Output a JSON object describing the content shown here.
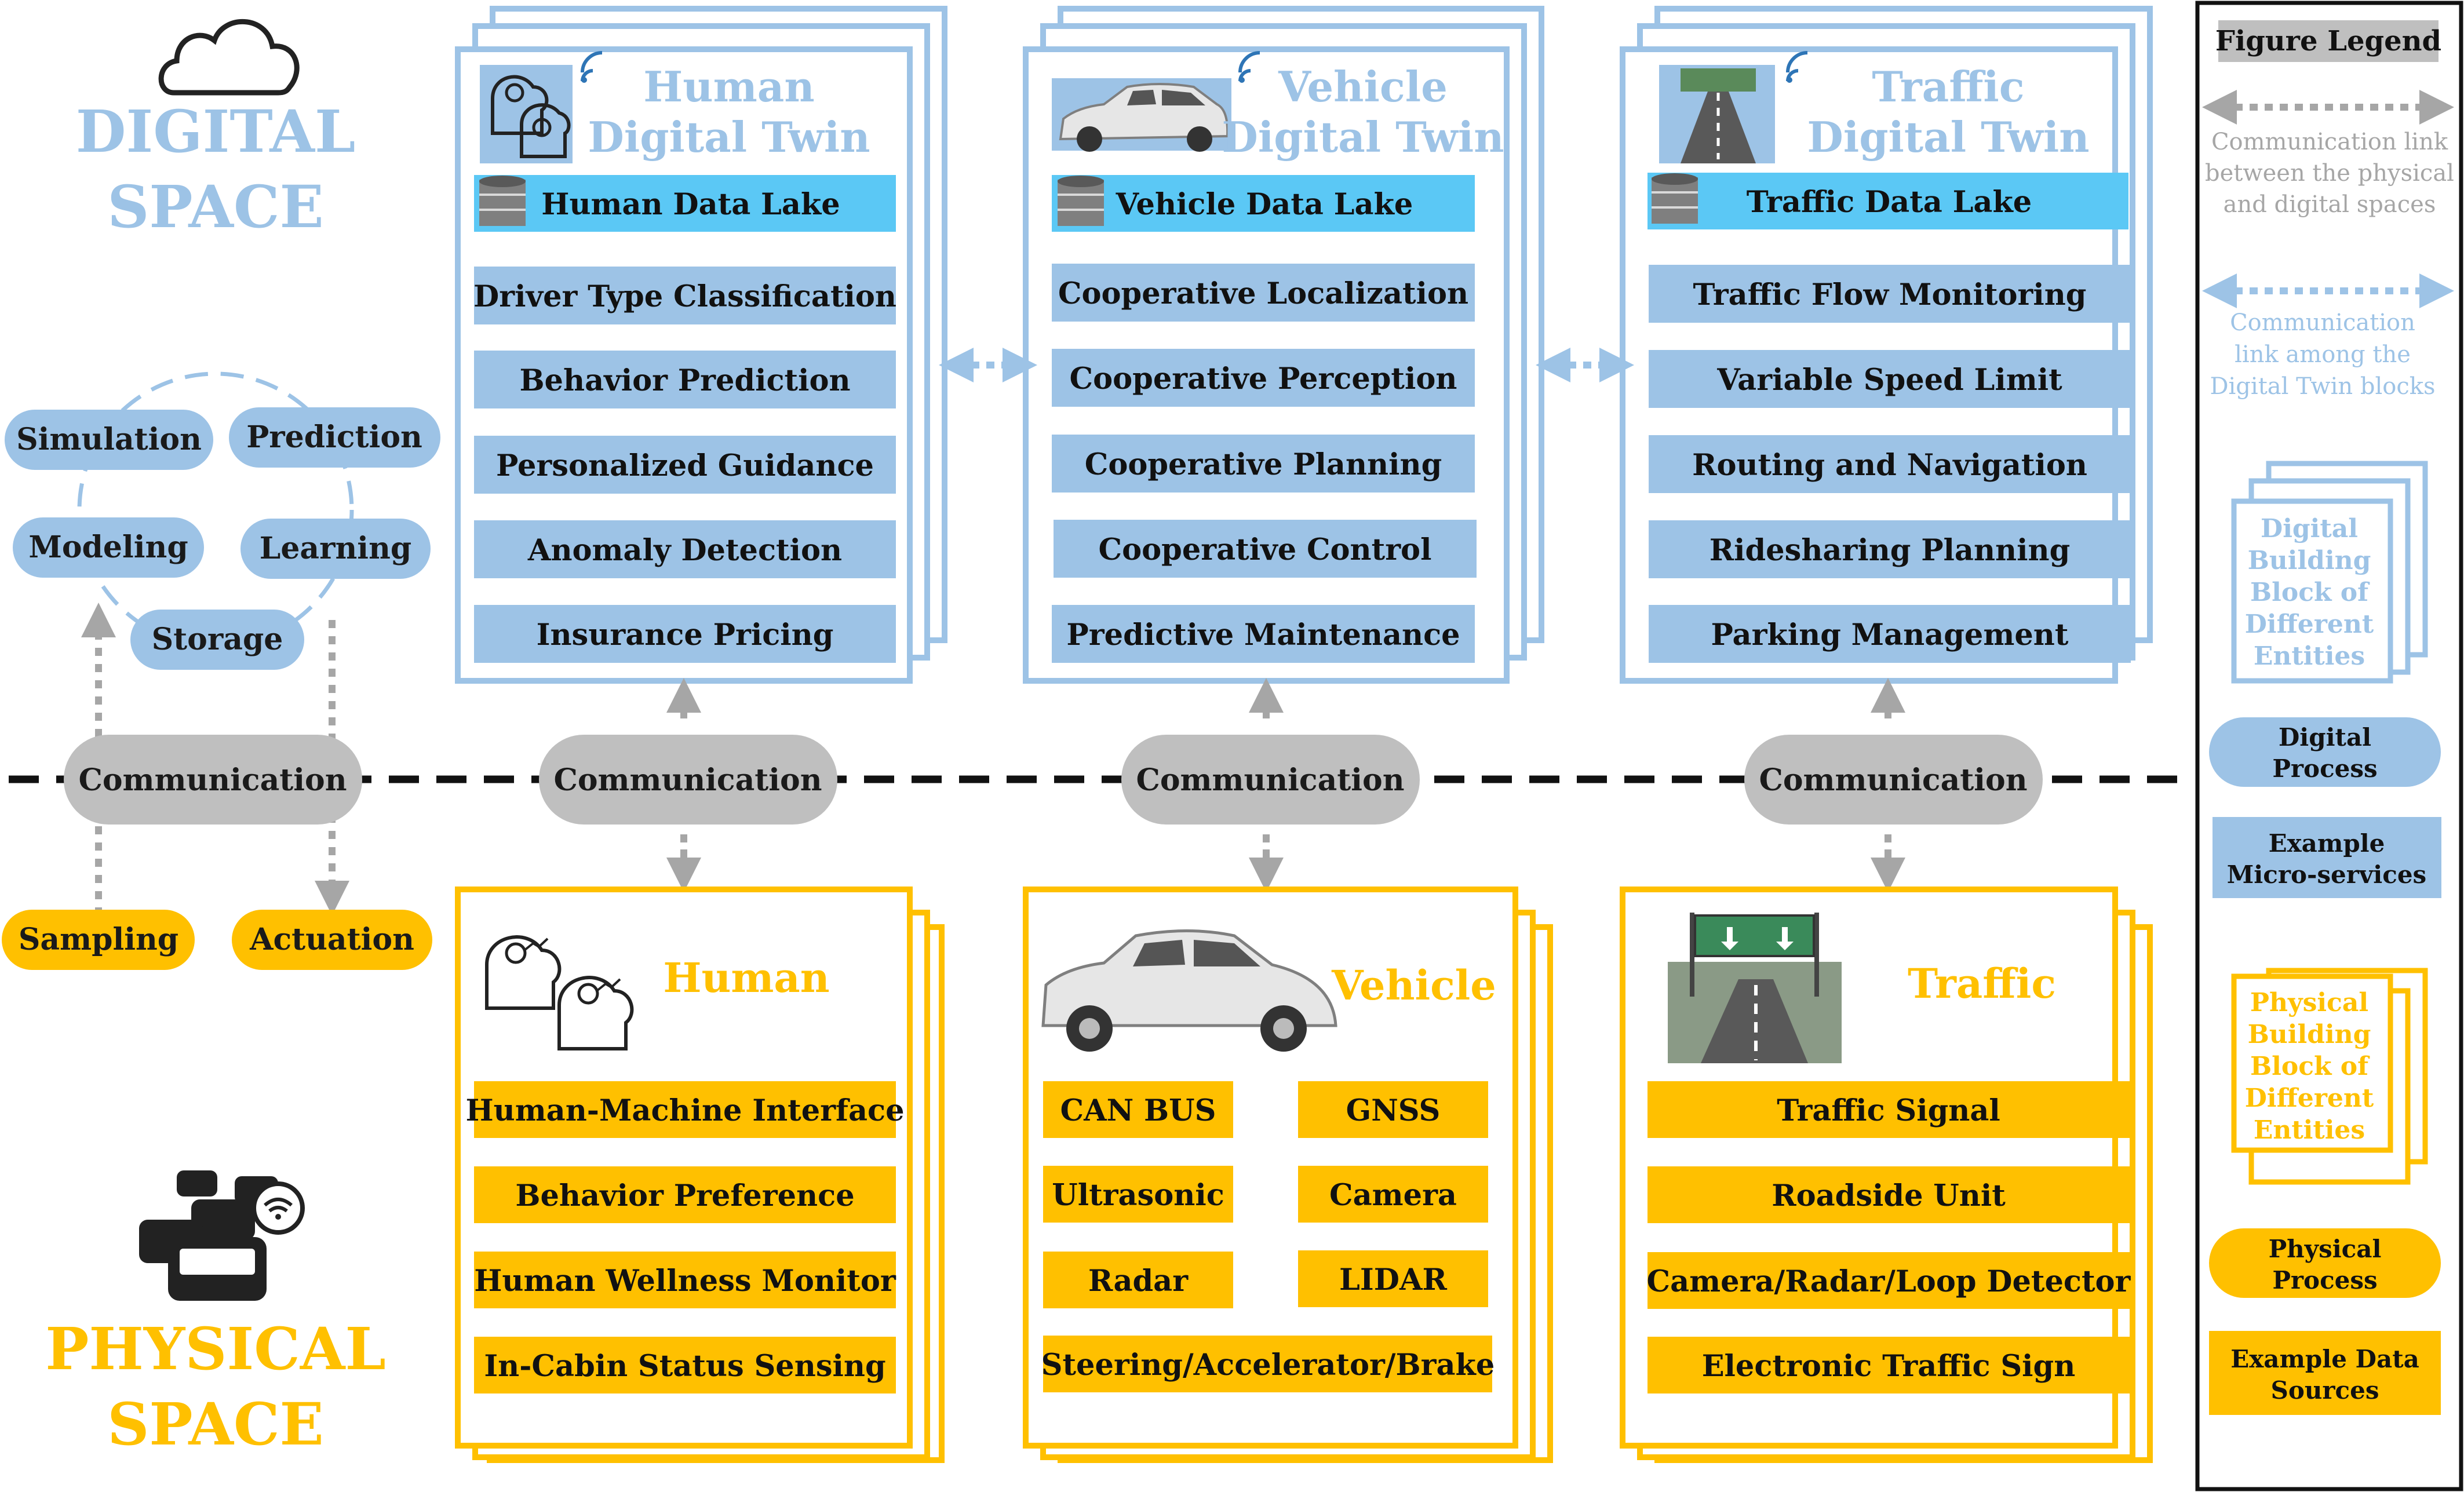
{
  "colors": {
    "digital_blue": "#9dc3e6",
    "digital_light": "#5bc8f5",
    "title_blue": "#9dc3e6",
    "physical_yellow": "#ffc000",
    "communication_gray": "#bfbfbf"
  },
  "digital_space_label": [
    "DIGITAL",
    "SPACE"
  ],
  "physical_space_label": [
    "PHYSICAL",
    "SPACE"
  ],
  "digital_processes": [
    "Simulation",
    "Prediction",
    "Modeling",
    "Learning",
    "Storage"
  ],
  "physical_processes": [
    "Sampling",
    "Actuation"
  ],
  "communication_label": "Communication",
  "digital_twins": [
    {
      "title": [
        "Human",
        "Digital Twin"
      ],
      "icon": "human-mind-icon",
      "data_lake": "Human Data Lake",
      "services": [
        "Driver Type Classification",
        "Behavior Prediction",
        "Personalized Guidance",
        "Anomaly Detection",
        "Insurance Pricing"
      ]
    },
    {
      "title": [
        "Vehicle",
        "Digital Twin"
      ],
      "icon": "car-icon",
      "data_lake": "Vehicle Data Lake",
      "services": [
        "Cooperative Localization",
        "Cooperative Perception",
        "Cooperative Planning",
        "Cooperative Control",
        "Predictive Maintenance"
      ]
    },
    {
      "title": [
        "Traffic",
        "Digital Twin"
      ],
      "icon": "road-icon",
      "data_lake": "Traffic Data Lake",
      "services": [
        "Traffic Flow Monitoring",
        "Variable Speed Limit",
        "Routing and Navigation",
        "Ridesharing Planning",
        "Parking Management"
      ]
    }
  ],
  "physical_entities": [
    {
      "title": "Human",
      "icon": "human-mind-icon",
      "sources": [
        "Human-Machine Interface",
        "Behavior Preference",
        "Human Wellness Monitor",
        "In-Cabin Status Sensing"
      ]
    },
    {
      "title": "Vehicle",
      "icon": "car-icon",
      "sources_grid": [
        [
          "CAN BUS",
          "GNSS"
        ],
        [
          "Ultrasonic",
          "Camera"
        ],
        [
          "Radar",
          "LIDAR"
        ]
      ],
      "sources_wide": "Steering/Accelerator/Brake"
    },
    {
      "title": "Traffic",
      "icon": "road-icon",
      "sources": [
        "Traffic Signal",
        "Roadside Unit",
        "Camera/Radar/Loop Detector",
        "Electronic Traffic Sign"
      ]
    }
  ],
  "legend": {
    "title": "Figure Legend",
    "comm_physical_digital": [
      "Communication link",
      "between the physical",
      "and digital spaces"
    ],
    "comm_digital_twins": [
      "Communication",
      "link among the",
      "Digital Twin blocks"
    ],
    "digital_block": [
      "Digital",
      "Building",
      "Block of",
      "Different",
      "Entities"
    ],
    "digital_process": [
      "Digital",
      "Process"
    ],
    "micro_services": [
      "Example",
      "Micro-services"
    ],
    "physical_block": [
      "Physical",
      "Building",
      "Block of",
      "Different",
      "Entities"
    ],
    "physical_process": [
      "Physical",
      "Process"
    ],
    "data_sources": [
      "Example Data",
      "Sources"
    ]
  }
}
